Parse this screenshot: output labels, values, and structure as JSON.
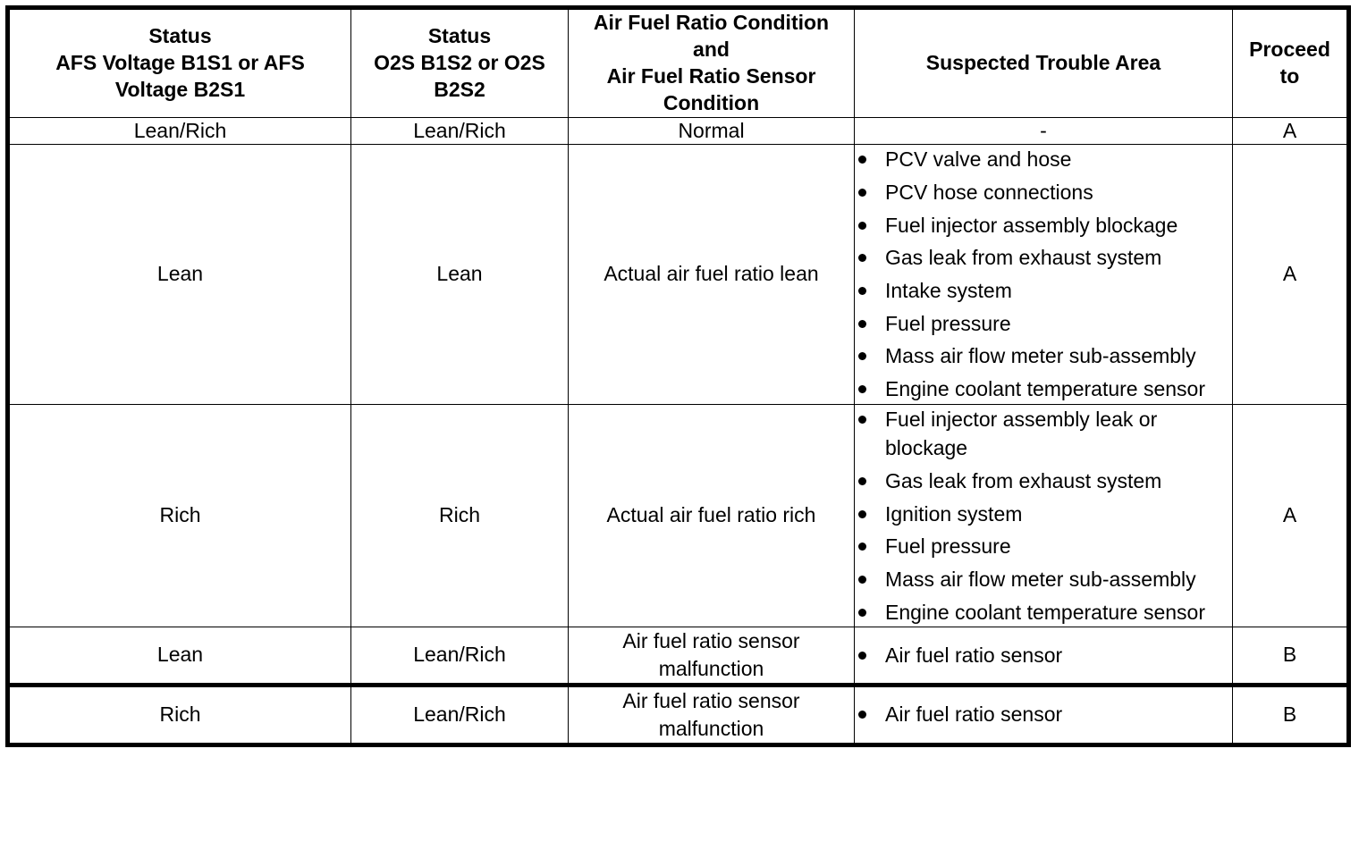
{
  "table": {
    "columns": [
      {
        "key": "afs_status",
        "label": "Status\nAFS Voltage B1S1 or AFS Voltage B2S1"
      },
      {
        "key": "o2s_status",
        "label": "Status\nO2S B1S2 or O2S B2S2"
      },
      {
        "key": "condition",
        "label": "Air Fuel Ratio Condition\nand\nAir Fuel Ratio Sensor\nCondition"
      },
      {
        "key": "trouble",
        "label": "Suspected Trouble Area"
      },
      {
        "key": "proceed",
        "label": "Proceed\nto"
      }
    ],
    "headers": {
      "col1_line1": "Status",
      "col1_line2": "AFS Voltage B1S1 or AFS",
      "col1_line3": "Voltage B2S1",
      "col2_line1": "Status",
      "col2_line2": "O2S B1S2 or O2S",
      "col2_line3": "B2S2",
      "col3_line1": "Air Fuel Ratio Condition",
      "col3_line2": "and",
      "col3_line3": "Air Fuel Ratio Sensor",
      "col3_line4": "Condition",
      "col4": "Suspected Trouble Area",
      "col5_line1": "Proceed",
      "col5_line2": "to"
    },
    "rows": [
      {
        "afs_status": "Lean/Rich",
        "o2s_status": "Lean/Rich",
        "condition": "Normal",
        "trouble_items": [],
        "trouble_text": "-",
        "proceed": "A"
      },
      {
        "afs_status": "Lean",
        "o2s_status": "Lean",
        "condition": "Actual air fuel ratio lean",
        "trouble_items": [
          "PCV valve and hose",
          "PCV hose connections",
          "Fuel injector assembly blockage",
          "Gas leak from exhaust system",
          "Intake system",
          "Fuel pressure",
          "Mass air flow meter sub-assembly",
          "Engine coolant temperature sensor"
        ],
        "trouble_text": "",
        "proceed": "A"
      },
      {
        "afs_status": "Rich",
        "o2s_status": "Rich",
        "condition": "Actual air fuel ratio rich",
        "trouble_items": [
          "Fuel injector assembly leak or blockage",
          "Gas leak from exhaust system",
          "Ignition system",
          "Fuel pressure",
          "Mass air flow meter sub-assembly",
          "Engine coolant temperature sensor"
        ],
        "trouble_text": "",
        "proceed": "A"
      },
      {
        "afs_status": "Lean",
        "o2s_status": "Lean/Rich",
        "condition_line1": "Air fuel ratio sensor",
        "condition_line2": "malfunction",
        "condition": "Air fuel ratio sensor malfunction",
        "trouble_items": [
          "Air fuel ratio sensor"
        ],
        "trouble_text": "",
        "proceed": "B"
      },
      {
        "afs_status": "Rich",
        "o2s_status": "Lean/Rich",
        "condition_line1": "Air fuel ratio sensor",
        "condition_line2": "malfunction",
        "condition": "Air fuel ratio sensor malfunction",
        "trouble_items": [
          "Air fuel ratio sensor"
        ],
        "trouble_text": "",
        "proceed": "B"
      }
    ]
  },
  "colors": {
    "border": "#000000",
    "text": "#000000",
    "background": "#ffffff"
  }
}
